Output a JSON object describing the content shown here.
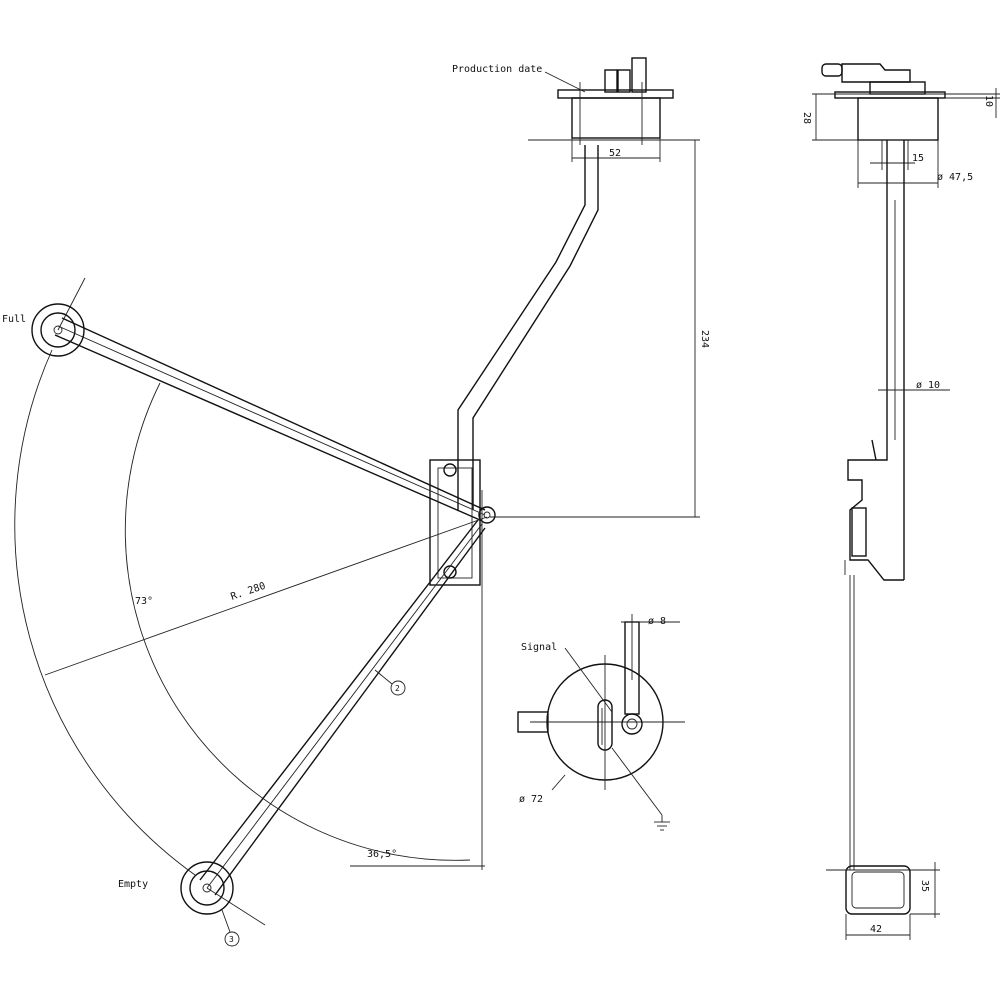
{
  "labels": {
    "production_date": "Production date",
    "full": "Full",
    "empty": "Empty",
    "signal": "Signal",
    "radius": "R. 280",
    "angle_top": "73°",
    "angle_bottom": "36,5°",
    "part_2": "2",
    "part_3": "3"
  },
  "dimensions": {
    "flange_width": "52",
    "height_234": "234",
    "head_height": "28",
    "top_offset": "10",
    "small_width": "15",
    "head_diameter": "ø 47,5",
    "tube_diameter": "ø 10",
    "connector_diameter": "ø 8",
    "base_diameter": "ø 72",
    "float_height": "35",
    "float_width": "42"
  },
  "icons": {
    "ground": "ground-symbol-icon"
  }
}
